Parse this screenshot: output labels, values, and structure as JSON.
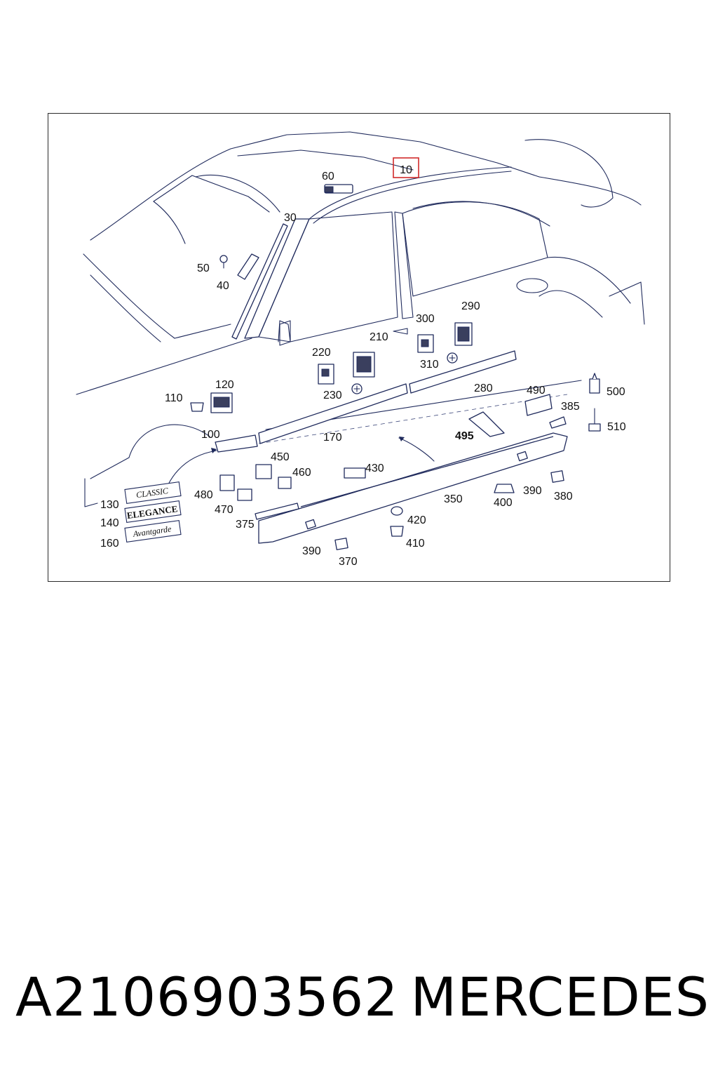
{
  "diagram": {
    "highlighted_part": "10",
    "part_labels": [
      "60",
      "30",
      "50",
      "40",
      "300",
      "290",
      "210",
      "220",
      "310",
      "230",
      "280",
      "110",
      "120",
      "490",
      "500",
      "385",
      "100",
      "170",
      "495",
      "510",
      "450",
      "460",
      "430",
      "480",
      "470",
      "375",
      "350",
      "400",
      "390",
      "380",
      "420",
      "410",
      "390",
      "370",
      "130",
      "140",
      "160"
    ],
    "badges": [
      "CLASSIC",
      "ELEGANCE",
      "Avantgarde"
    ],
    "colors": {
      "line": "#1f2a5c",
      "highlight": "#d12b2b"
    }
  },
  "footer": {
    "part_number": "A2106903562",
    "brand": "MERCEDES"
  }
}
